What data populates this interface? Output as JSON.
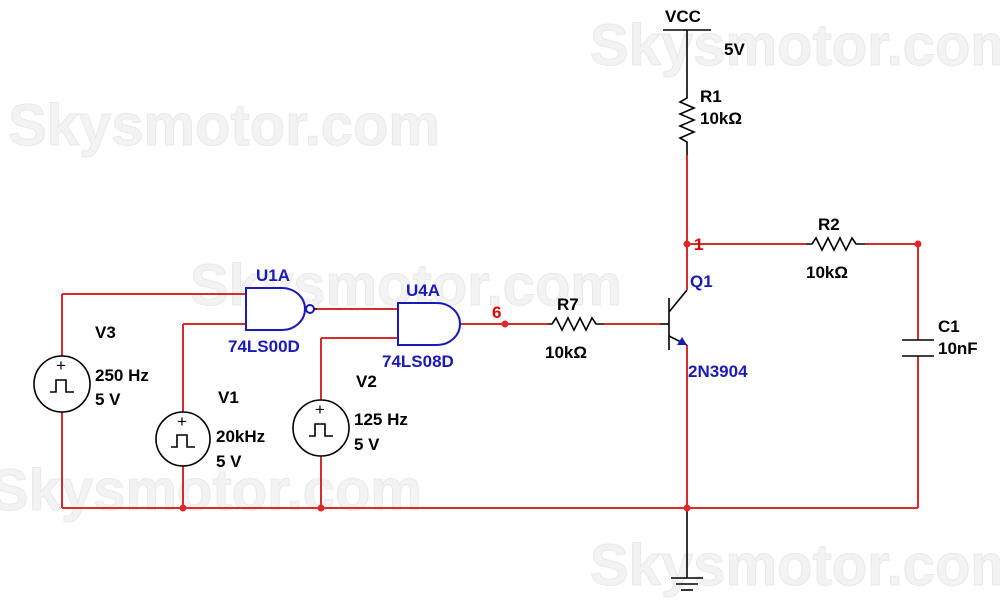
{
  "watermarks": [
    "Skysmotor.com",
    "Skysmotor.com",
    "Skysmotor.com",
    "Skysmotor.com",
    "Skysmotor.com"
  ],
  "vcc": {
    "label": "VCC",
    "value": "5V"
  },
  "r1": {
    "ref": "R1",
    "value": "10kΩ"
  },
  "r2": {
    "ref": "R2",
    "value": "10kΩ"
  },
  "r7": {
    "ref": "R7",
    "value": "10kΩ"
  },
  "c1": {
    "ref": "C1",
    "value": "10nF"
  },
  "q1": {
    "ref": "Q1",
    "part": "2N3904"
  },
  "u1a": {
    "ref": "U1A",
    "part": "74LS00D"
  },
  "u4a": {
    "ref": "U4A",
    "part": "74LS08D"
  },
  "v3": {
    "ref": "V3",
    "freq": "250 Hz",
    "amp": "5 V"
  },
  "v1": {
    "ref": "V1",
    "freq": "20kHz",
    "amp": "5 V"
  },
  "v2": {
    "ref": "V2",
    "freq": "125 Hz",
    "amp": "5 V"
  },
  "nets": {
    "collector_net": "1",
    "gate_out_net": "6"
  },
  "colors": {
    "wire": "#d92b2b",
    "gate": "#1a1ab4",
    "component": "#000000"
  }
}
